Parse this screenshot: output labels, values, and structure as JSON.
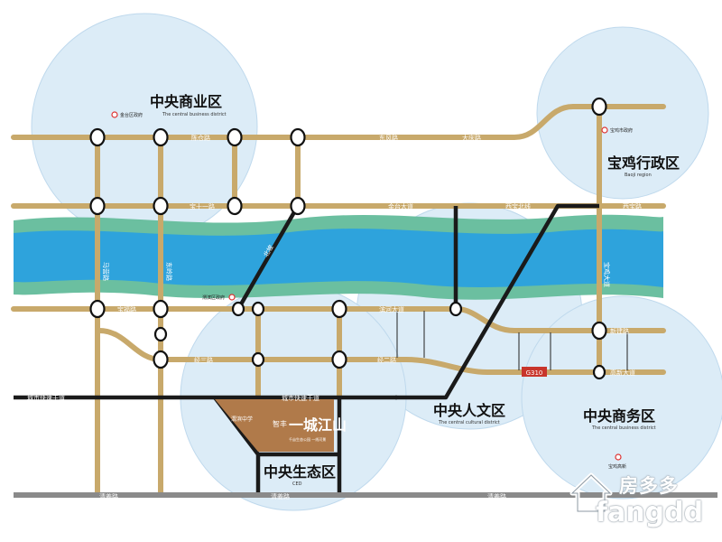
{
  "zones": [
    {
      "name": "中央商业区",
      "sub": "The central business district"
    },
    {
      "name": "宝鸡行政区",
      "sub": "Baoji region"
    },
    {
      "name": "中央人文区",
      "sub": "The central cultural district"
    },
    {
      "name": "中央商务区",
      "sub": "The central business district"
    },
    {
      "name": "中央生态区",
      "sub": "CED"
    }
  ],
  "roads": [
    {
      "label": "陈仓路"
    },
    {
      "label": "东风路"
    },
    {
      "label": "大庆路"
    },
    {
      "label": "滨河大道"
    },
    {
      "label": "西宝路"
    },
    {
      "label": "金台大道"
    },
    {
      "label": "宝十一路"
    },
    {
      "label": "西宝北线"
    },
    {
      "label": "马营路"
    },
    {
      "label": "东岭路"
    },
    {
      "label": "经二路"
    },
    {
      "label": "经三路"
    },
    {
      "label": "宝鸡大道"
    },
    {
      "label": "北坡"
    },
    {
      "label": "G310"
    },
    {
      "label": "城市快速干道"
    },
    {
      "label": "新建路"
    },
    {
      "label": "宝福路"
    },
    {
      "label": "高新大道"
    },
    {
      "label": "清姜路"
    }
  ],
  "pois": [
    {
      "label": "金台区政府"
    },
    {
      "label": "宝鸡市政府"
    },
    {
      "label": "渭滨区政府"
    },
    {
      "label": "宝鸡高新"
    }
  ],
  "project": {
    "school": "渭滨中学",
    "brand": "智丰",
    "name": "一城江山",
    "tagline": "千亩生态公园 一线河景"
  },
  "watermark": {
    "cn": "房多多",
    "en": "fangdd"
  },
  "colors": {
    "circle": "#d6e9f6",
    "road": "#c8a96b",
    "expressway": "#1a1a1a",
    "river_blue": "#2ea3dc",
    "river_green": "#6bbfa0",
    "project": "#b07a4a",
    "bottom_road": "#8a8a8a"
  }
}
